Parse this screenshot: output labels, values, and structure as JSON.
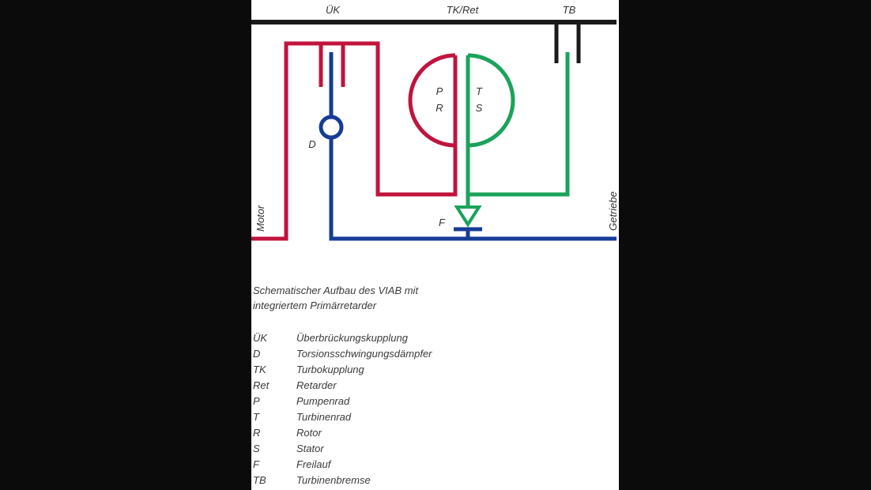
{
  "colors": {
    "background": "#0b0b0b",
    "panel": "#ffffff",
    "motor_red": "#c0143c",
    "turbine_green": "#1aa35a",
    "shaft_blue": "#163c96",
    "housing_black": "#1a1a1a",
    "text": "#333333"
  },
  "diagram": {
    "top_labels": {
      "uk": "ÜK",
      "tk_ret": "TK/Ret",
      "tb": "TB"
    },
    "pump_letters": {
      "p": "P",
      "r": "R"
    },
    "turbine_letters": {
      "t": "T",
      "s": "S"
    },
    "damper_label": "D",
    "freewheel_label": "F",
    "left_side_label": "Motor",
    "right_side_label": "Getriebe"
  },
  "caption": {
    "line1": "Schematischer Aufbau des VIAB mit",
    "line2": "integriertem Primärretarder"
  },
  "legend": [
    {
      "abbr": "ÜK",
      "term": "Überbrückungskupplung"
    },
    {
      "abbr": "D",
      "term": "Torsionsschwingungsdämpfer"
    },
    {
      "abbr": "TK",
      "term": "Turbokupplung"
    },
    {
      "abbr": "Ret",
      "term": "Retarder"
    },
    {
      "abbr": "P",
      "term": "Pumpenrad"
    },
    {
      "abbr": "T",
      "term": "Turbinenrad"
    },
    {
      "abbr": "R",
      "term": "Rotor"
    },
    {
      "abbr": "S",
      "term": "Stator"
    },
    {
      "abbr": "F",
      "term": "Freilauf"
    },
    {
      "abbr": "TB",
      "term": "Turbinenbremse"
    }
  ]
}
